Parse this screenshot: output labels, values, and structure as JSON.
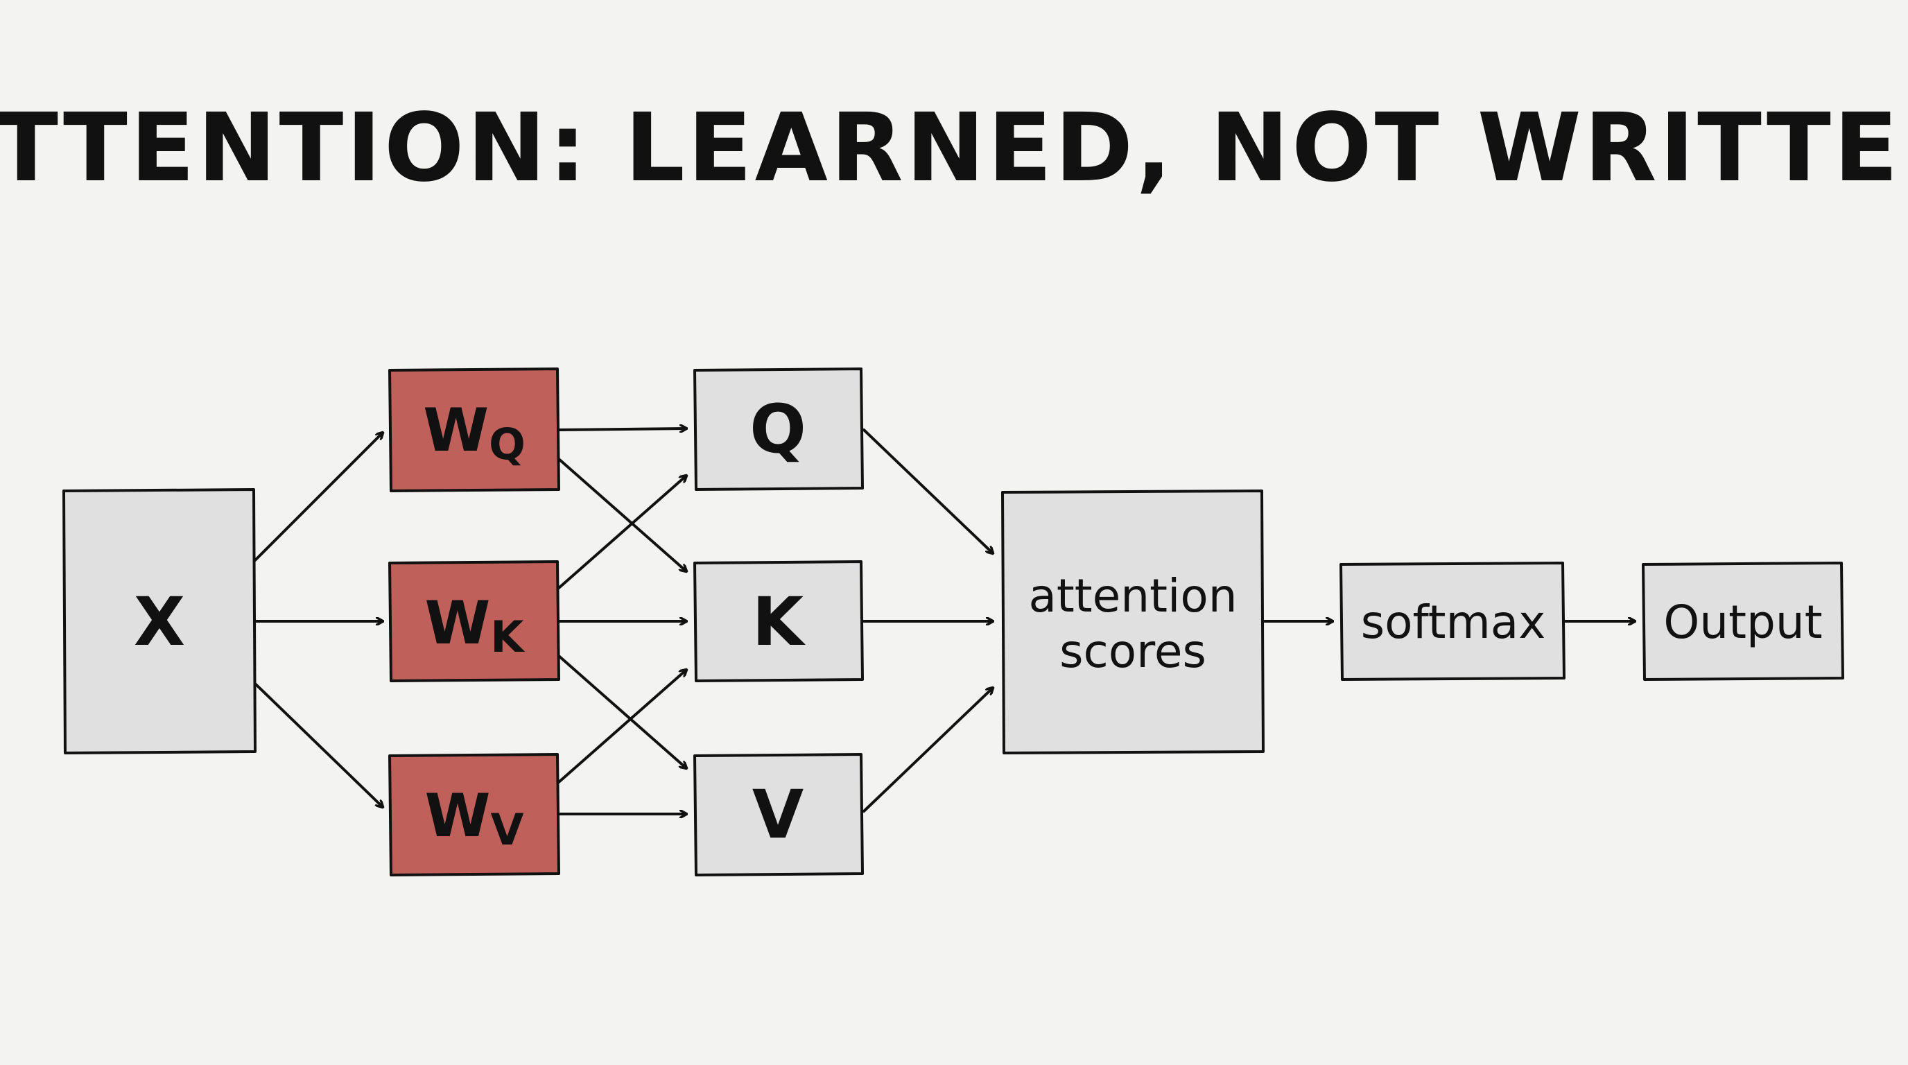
{
  "title": "ATTENTION: LEARNED, NOT WRITTEN",
  "colors": {
    "background": "#f3f3f2",
    "box_fill": "#e0e0e0",
    "weight_fill": "#c0605a",
    "stroke": "#111111"
  },
  "nodes": {
    "x": "X",
    "wq": {
      "main": "W",
      "sub": "Q"
    },
    "wk": {
      "main": "W",
      "sub": "K"
    },
    "wv": {
      "main": "W",
      "sub": "V"
    },
    "q": "Q",
    "k": "K",
    "v": "V",
    "attention_line1": "attention",
    "attention_line2": "scores",
    "softmax": "softmax",
    "output": "Output"
  }
}
